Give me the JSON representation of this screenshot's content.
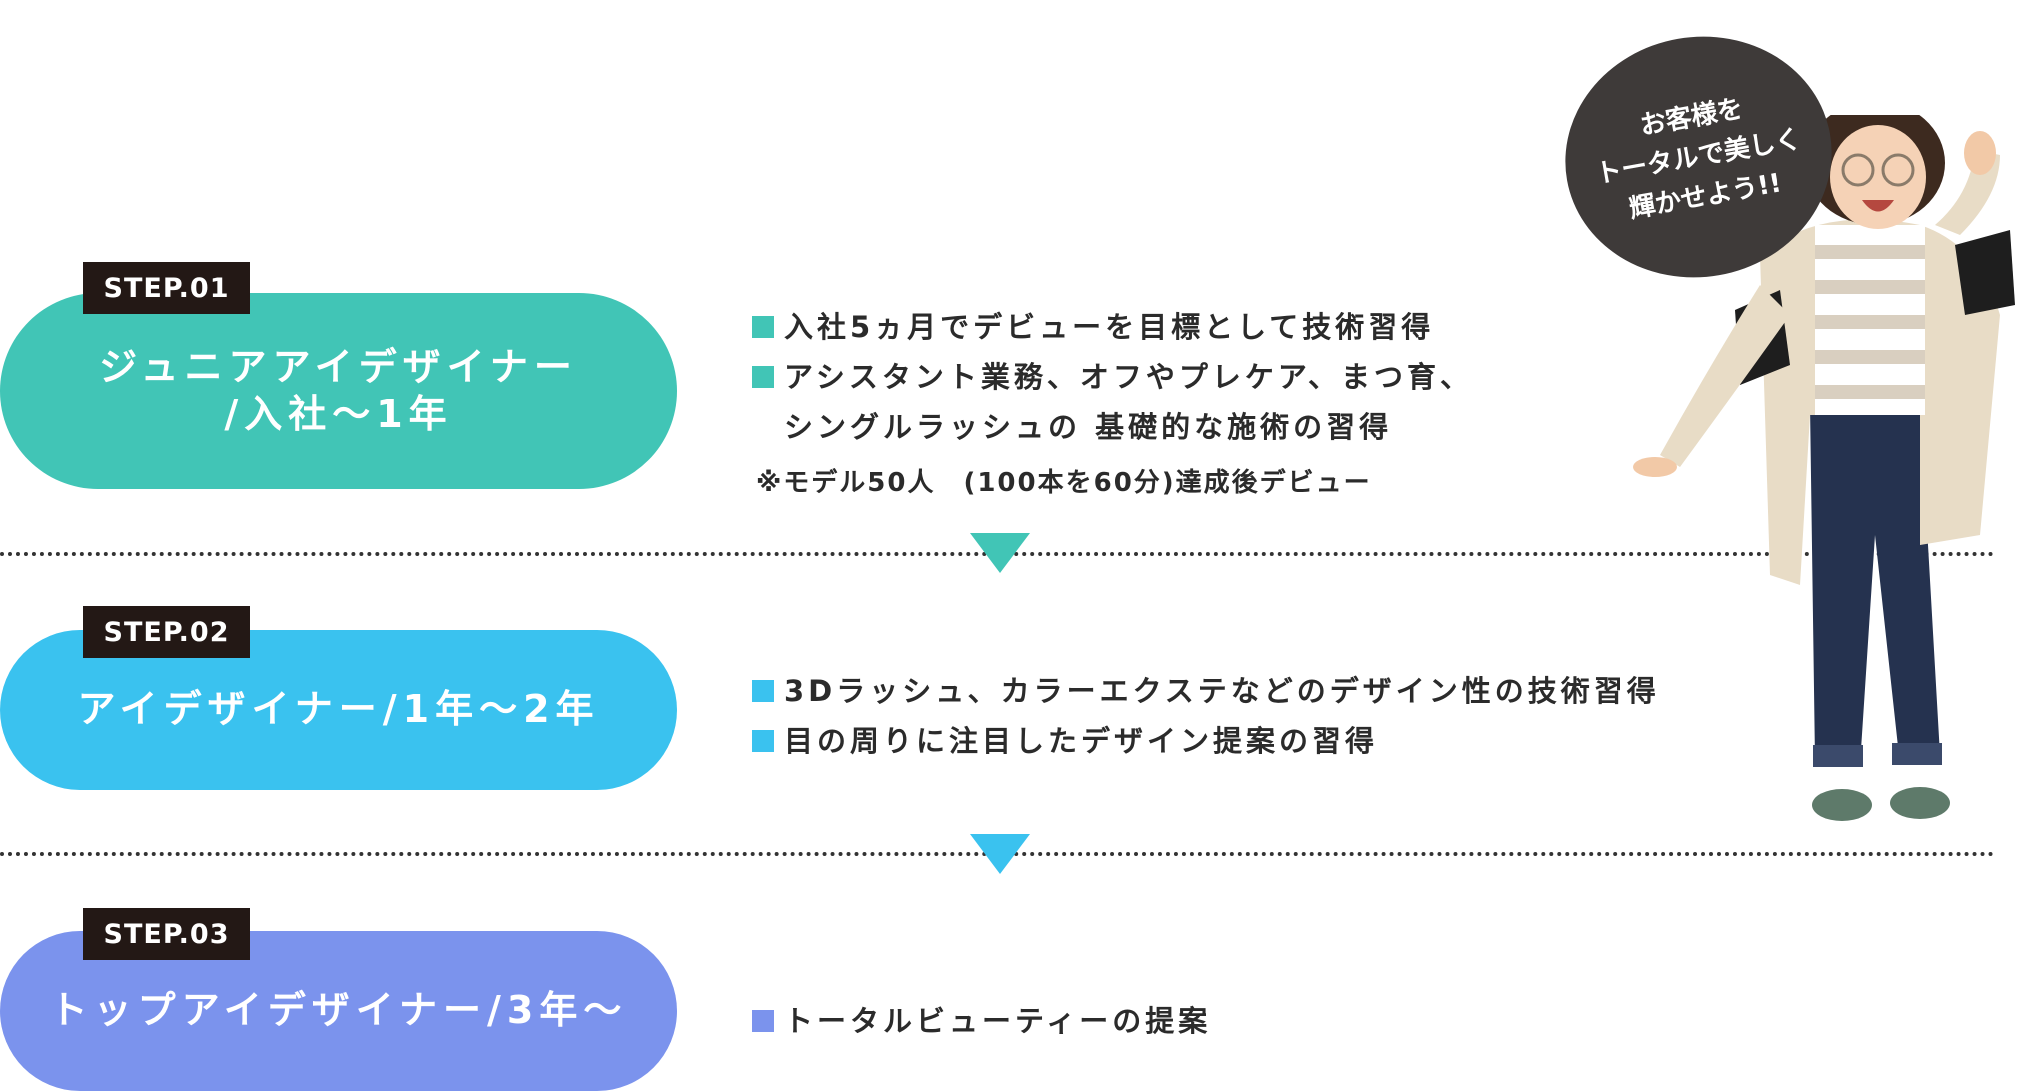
{
  "steps": [
    {
      "tag": "STEP.01",
      "title": "ジュニアアイデザイナー\n/入社〜1年",
      "items": [
        "入社5ヵ月でデビューを目標として技術習得",
        "アシスタント業務、オフやプレケア、まつ育、\nシングルラッシュの 基礎的な施術の習得"
      ],
      "note": "※モデル50人　(100本を60分)達成後デビュー",
      "color": "#41c5b6"
    },
    {
      "tag": "STEP.02",
      "title": "アイデザイナー/1年〜2年",
      "items": [
        "3Dラッシュ、カラーエクステなどのデザイン性の技術習得",
        "目の周りに注目したデザイン提案の習得"
      ],
      "color": "#3ac2ef"
    },
    {
      "tag": "STEP.03",
      "title": "トップアイデザイナー/3年〜",
      "items": [
        "トータルビューティーの提案"
      ],
      "color": "#7b93ed"
    }
  ],
  "bubble": {
    "text": "お客様を\nトータルで美しく\n輝かせよう!!",
    "color": "#3e3a39"
  }
}
